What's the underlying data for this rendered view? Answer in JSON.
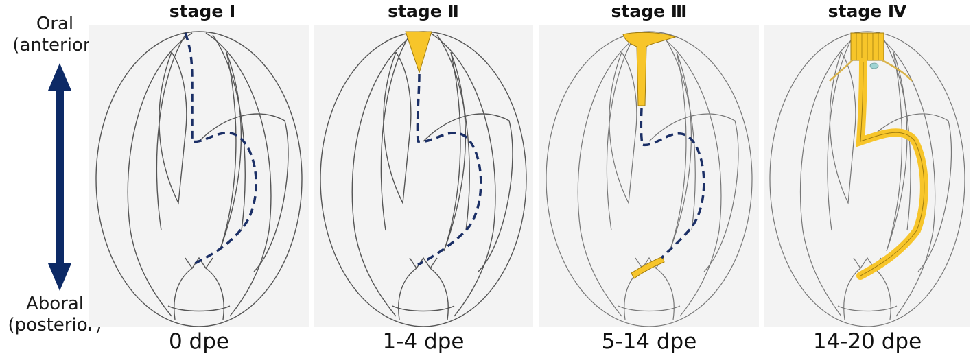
{
  "axis": {
    "top_label_line1": "Oral",
    "top_label_line2": "(anterior)",
    "bottom_label_line1": "Aboral",
    "bottom_label_line2": "(posterior)",
    "arrow_color": "#0d2a66"
  },
  "colors": {
    "canal_dashed": "#1b2f66",
    "tissue_fill": "#f7c52a",
    "sketch_line": "#555555",
    "panel_background": "#f3f3f3"
  },
  "panels": [
    {
      "title": "stage  Ⅰ",
      "caption": "0 dpe"
    },
    {
      "title": "stage  Ⅱ",
      "caption": "1-4 dpe"
    },
    {
      "title": "stage  Ⅲ",
      "caption": "5-14 dpe"
    },
    {
      "title": "stage  Ⅳ",
      "caption": "14-20 dpe"
    }
  ]
}
